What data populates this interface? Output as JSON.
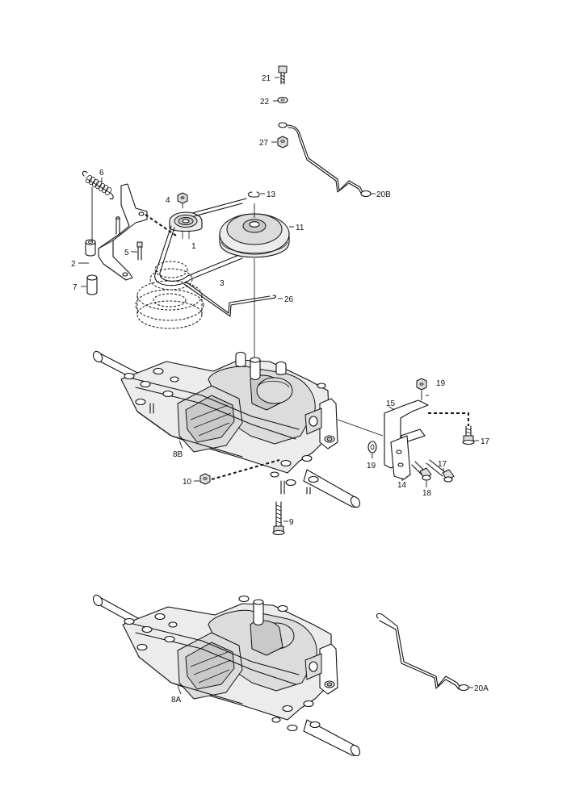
{
  "diagram": {
    "labels": {
      "l21": "21",
      "l22": "22",
      "l27": "27",
      "l20B": "20B",
      "l6": "6",
      "l4": "4",
      "l13": "13",
      "l11": "11",
      "l1": "1",
      "l5": "5",
      "l2": "2",
      "l3": "3",
      "l7": "7",
      "l26": "26",
      "l19a": "19",
      "l15": "15",
      "l17a": "17",
      "l8B": "8B",
      "l19b": "19",
      "l14": "14",
      "l17b": "17",
      "l18": "18",
      "l10": "10",
      "l9": "9",
      "l8A": "8A",
      "l20A": "20A"
    }
  }
}
